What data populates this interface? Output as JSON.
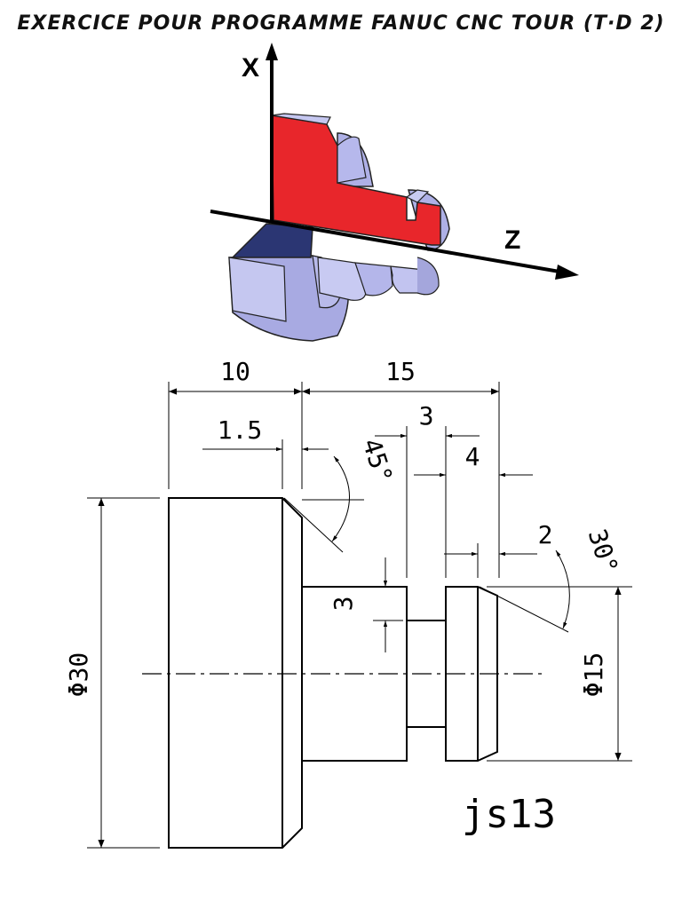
{
  "title": "EXERCICE POUR PROGRAMME FANUC CNC TOUR (T·D 2)",
  "axes": {
    "x": "X",
    "z": "Z"
  },
  "dimensions": {
    "len_10": "10",
    "len_15": "15",
    "chamfer_1_5": "1.5",
    "angle_45": "45°",
    "groove_3": "3",
    "len_4": "4",
    "depth_3": "3",
    "chamfer_2": "2",
    "angle_30": "30°",
    "dia_30": "Φ30",
    "dia_15": "Φ15"
  },
  "tolerance": "js13",
  "colors": {
    "red_face": "#e8262b",
    "body": "#aeb0e6",
    "body_dark": "#7f81c4",
    "navy_face": "#2b3673"
  }
}
